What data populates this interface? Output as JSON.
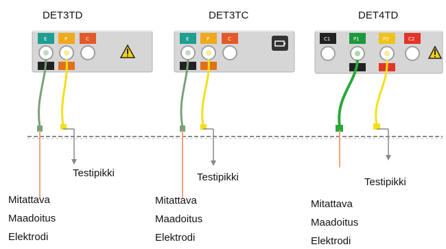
{
  "instruments": [
    {
      "name": "DET3TD",
      "terminals": [
        {
          "letter": "E",
          "color": "#1f9e92"
        },
        {
          "letter": "P",
          "color": "#f0a81c"
        },
        {
          "letter": "C",
          "color": "#e35a2a"
        }
      ],
      "warning_icon": "warning-triangle-icon"
    },
    {
      "name": "DET3TC",
      "terminals": [
        {
          "letter": "E",
          "color": "#1f9e92"
        },
        {
          "letter": "P",
          "color": "#f0a81c"
        },
        {
          "letter": "C",
          "color": "#e35a2a"
        }
      ],
      "extra_icon": "battery-icon"
    },
    {
      "name": "DET4TD",
      "terminals": [
        {
          "letter": "C1",
          "color": "#222222"
        },
        {
          "letter": "P1",
          "color": "#1c9a3c"
        },
        {
          "letter": "P2",
          "color": "#f0c21c"
        },
        {
          "letter": "C2",
          "color": "#e3342a"
        }
      ],
      "warning_icon": "warning-triangle-icon"
    }
  ],
  "labels": {
    "test_spike": "Testipikki",
    "electrode_line1": "Mitattava",
    "electrode_line2": "Maadoitus",
    "electrode_line3": "Elektrodi"
  },
  "colors": {
    "panel": "#d6d6d6",
    "ground_line": "#8a8a8a",
    "probe": "#888888",
    "electrode_rod": "#f2a07a",
    "lead_green_grey": "#7aa07a",
    "lead_yellow": "#f2e01a",
    "lead_green": "#2aa83a"
  }
}
